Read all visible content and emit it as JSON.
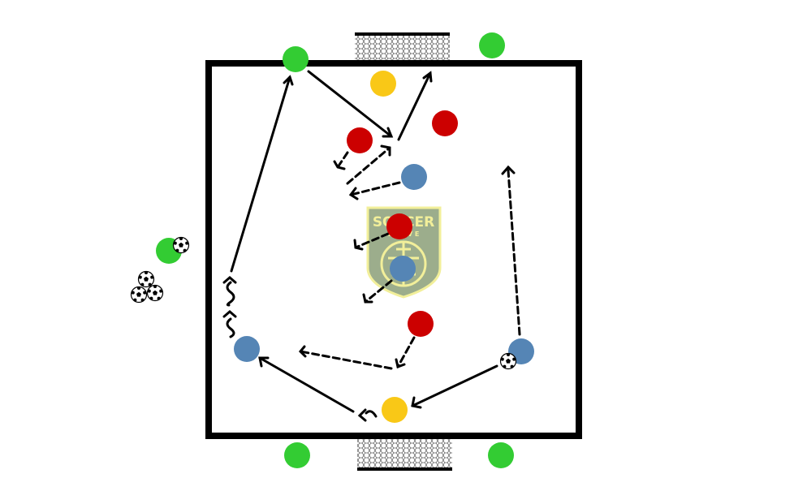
{
  "diagram": {
    "logo": {
      "line1": "SOCCER",
      "line2": "D  R  I  V  E"
    },
    "colors": {
      "field_line": "#000000",
      "wide_player": "#33cc33",
      "goalkeeper": "#f9c817",
      "attacker": "#cc0000",
      "defender": "#5585b5",
      "logo_fill": "#9cad8c",
      "logo_stroke": "#f2ef9a"
    },
    "players": [
      {
        "team": "green",
        "id": "green-top-left"
      },
      {
        "team": "green",
        "id": "green-top-right"
      },
      {
        "team": "green",
        "id": "green-left-outside"
      },
      {
        "team": "green",
        "id": "green-bottom-left"
      },
      {
        "team": "green",
        "id": "green-bottom-right"
      },
      {
        "team": "yellow",
        "id": "yellow-top"
      },
      {
        "team": "yellow",
        "id": "yellow-bottom"
      },
      {
        "team": "red",
        "id": "red-1"
      },
      {
        "team": "red",
        "id": "red-2"
      },
      {
        "team": "red",
        "id": "red-3"
      },
      {
        "team": "red",
        "id": "red-4"
      },
      {
        "team": "blue",
        "id": "blue-1"
      },
      {
        "team": "blue",
        "id": "blue-2"
      },
      {
        "team": "blue",
        "id": "blue-3"
      },
      {
        "team": "blue",
        "id": "blue-4"
      }
    ],
    "balls_count": 5,
    "goals": [
      "top-goal",
      "bottom-goal"
    ]
  }
}
